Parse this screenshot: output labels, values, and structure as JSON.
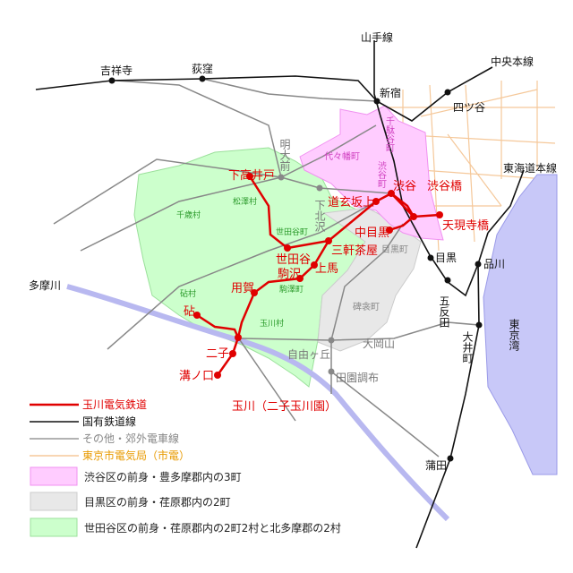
{
  "colors": {
    "tamaden": "#e00000",
    "national": "#111111",
    "other": "#888888",
    "city": "#f0b070",
    "shibuya": "#ffccff",
    "meguro": "#e8e8e8",
    "setagaya": "#ccffcc",
    "river": "#b8b8f0"
  },
  "lines": {
    "yamanote": "山手線",
    "chuo": "中央本線",
    "tokaido": "東海道本線",
    "tamagawa_river": "多摩川",
    "bay": "東京湾"
  },
  "national_stations": [
    "吉祥寺",
    "荻窪",
    "新宿",
    "四ツ谷",
    "目黒",
    "品川",
    "五反田",
    "大井町",
    "蒲田"
  ],
  "other_stations": [
    "明大前",
    "下北沢",
    "自由ヶ丘",
    "田園調布"
  ],
  "tamaden_stations": [
    "下高井戸",
    "世田谷",
    "三軒茶屋",
    "上馬",
    "駒沢",
    "用賀",
    "砧",
    "玉川（二子玉川園）",
    "二子",
    "溝ノ口",
    "道玄坂上",
    "渋谷",
    "渋谷橋",
    "天現寺橋",
    "中目黒"
  ],
  "towns": {
    "shibuya": [
      "代々幡町",
      "千駄谷町",
      "渋谷町"
    ],
    "meguro": [
      "目黒町",
      "碑衾町",
      "大岡山"
    ],
    "setagaya": [
      "千歳村",
      "松澤村",
      "世田谷町",
      "駒澤町",
      "玉川村",
      "砧村"
    ]
  },
  "legend": [
    {
      "label": "玉川電気鉄道",
      "type": "line",
      "color": "#e00000"
    },
    {
      "label": "国有鉄道線",
      "type": "line",
      "color": "#111111"
    },
    {
      "label": "その他・郊外電車線",
      "type": "line",
      "color": "#999999"
    },
    {
      "label": "東京市電気局（市電）",
      "type": "line",
      "color": "#f0b070"
    },
    {
      "label": "渋谷区の前身・豊多摩郡内の3町",
      "type": "area",
      "color": "#ffccff"
    },
    {
      "label": "目黒区の前身・荏原郡内の2町",
      "type": "area",
      "color": "#e8e8e8"
    },
    {
      "label": "世田谷区の前身・荏原郡内の2町2村と北多摩郡の2村",
      "type": "area",
      "color": "#ccffcc"
    }
  ]
}
